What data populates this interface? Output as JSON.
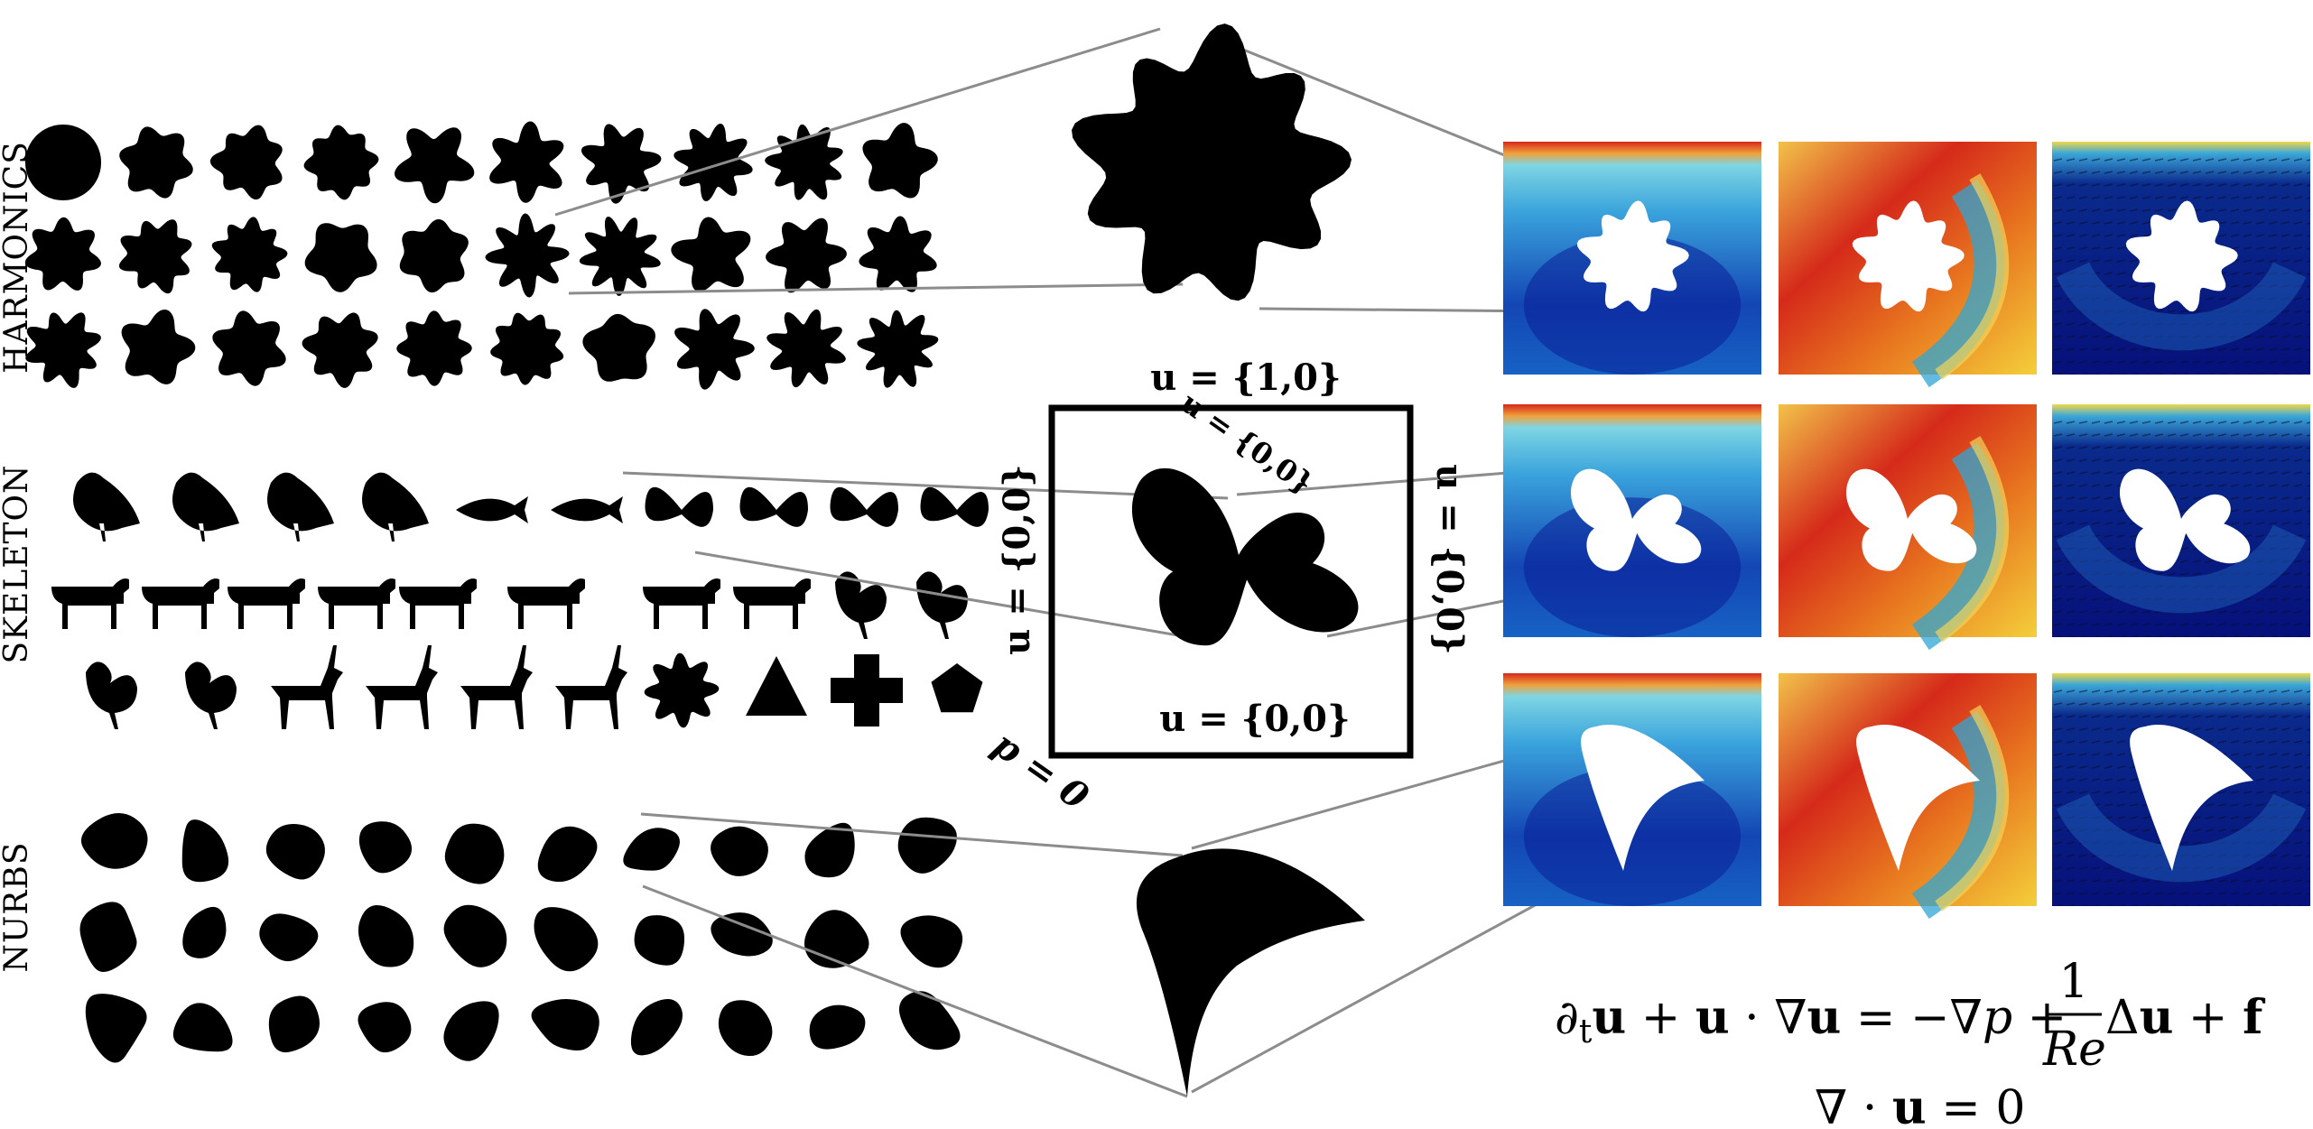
{
  "row_labels": [
    "HARMONICS",
    "SKELETON",
    "NURBS"
  ],
  "boundary_conditions": {
    "top": "u = {1,0}",
    "bottom": "u = {0,0}",
    "left": "u = {0,0}",
    "right": "u = {0,0}",
    "obstacle": "u = {0,0}",
    "outlet": "p = 0"
  },
  "equations": {
    "momentum": "∂ₜu + u·∇u = −∇p + (1/Re) Δu + f",
    "continuity": "∇·u = 0",
    "fraction_numerator": "1",
    "fraction_denominator": "Re"
  },
  "field_panels": {
    "rows": [
      "harmonic-star",
      "butterfly",
      "nurbs-shark-fin"
    ],
    "columns": [
      "velocity-x",
      "pressure",
      "velocity-magnitude-vectors"
    ]
  },
  "colors": {
    "shape_fill": "#000000",
    "frame": "#000000",
    "connector": "#8c8c8c",
    "jet_low": "#00108f",
    "jet_mid": "#1e90d8",
    "jet_high": "#d6281c"
  }
}
